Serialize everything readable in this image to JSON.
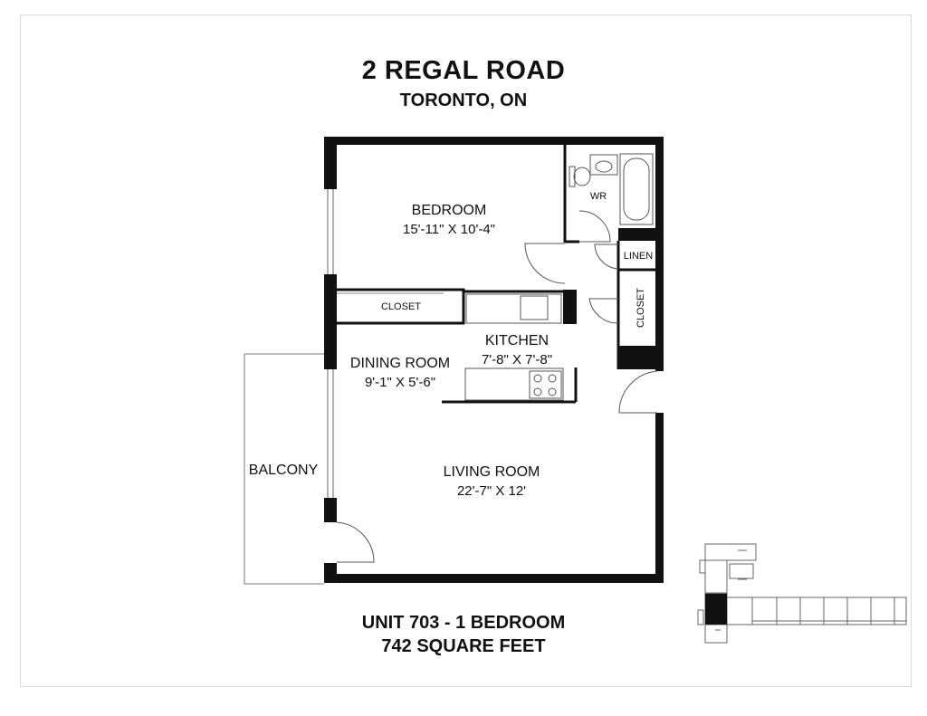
{
  "header": {
    "title": "2 REGAL ROAD",
    "subtitle": "TORONTO, ON"
  },
  "rooms": {
    "bedroom": {
      "name": "BEDROOM",
      "size": "15'-11\" X 10'-4\""
    },
    "washroom": {
      "name": "WR"
    },
    "linen": {
      "name": "LINEN"
    },
    "closet_bedroom": {
      "name": "CLOSET"
    },
    "closet_hall": {
      "name": "CLOSET"
    },
    "kitchen": {
      "name": "KITCHEN",
      "size": "7'-8\" X 7'-8\""
    },
    "dining": {
      "name": "DINING ROOM",
      "size": "9'-1\" X 5'-6\""
    },
    "living": {
      "name": "LIVING ROOM",
      "size": "22'-7\" X 12'"
    },
    "balcony": {
      "name": "BALCONY"
    }
  },
  "footer": {
    "unit": "UNIT 703 - 1 BEDROOM",
    "area": "742 SQUARE FEET"
  },
  "colors": {
    "wall": "#111111",
    "thin_line": "#555555",
    "keyplan_highlight": "#111111"
  }
}
